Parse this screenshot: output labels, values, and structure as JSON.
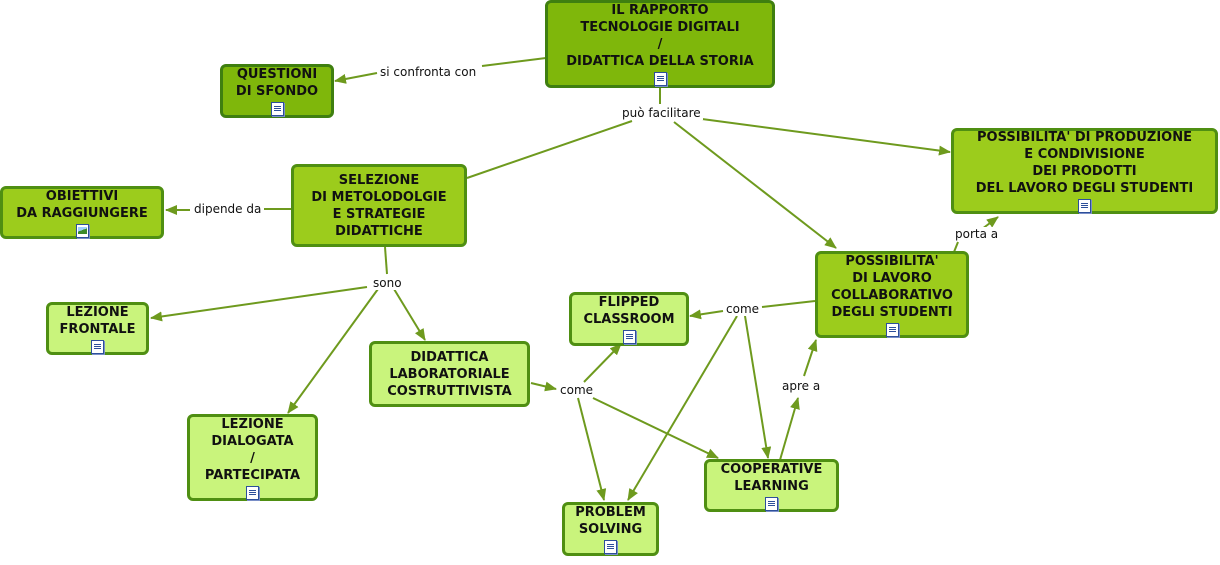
{
  "nodes": {
    "root": "IL RAPPORTO\nTECNOLOGIE DIGITALI\n/\nDIDATTICA DELLA STORIA",
    "questioni": "QUESTIONI\nDI SFONDO",
    "obiettivi": "OBIETTIVI\nDA RAGGIUNGERE",
    "selezione": "SELEZIONE\nDI METOLODOLGIE\nE STRATEGIE\nDIDATTICHE",
    "produzione": "POSSIBILITA' DI PRODUZIONE\nE CONDIVISIONE\nDEI PRODOTTI\nDEL LAVORO DEGLI STUDENTI",
    "collaborativo": "POSSIBILITA'\nDI LAVORO\nCOLLABORATIVO\nDEGLI STUDENTI",
    "frontale": "LEZIONE\nFRONTALE",
    "dialogata": "LEZIONE\nDIALOGATA\n/\nPARTECIPATA",
    "laboratoriale": "DIDATTICA\nLABORATORIALE\nCOSTRUTTIVISTA",
    "flipped": "FLIPPED\nCLASSROOM",
    "problem": "PROBLEM\nSOLVING",
    "cooperative": "COOPERATIVE\nLEARNING"
  },
  "links": {
    "si_confronta": "si confronta con",
    "puo_facilitare": "può facilitare",
    "dipende_da": "dipende da",
    "sono": "sono",
    "porta_a": "porta a",
    "come_collab": "come",
    "come_lab": "come",
    "apre_a": "apre a"
  },
  "colors": {
    "edge": "#6e9a1e",
    "node_dark": "#7fb70b",
    "node_mid": "#9ccc1c",
    "node_light": "#c9f47c",
    "node_border": "#4f8f12",
    "icon": "#2d4f9a"
  }
}
